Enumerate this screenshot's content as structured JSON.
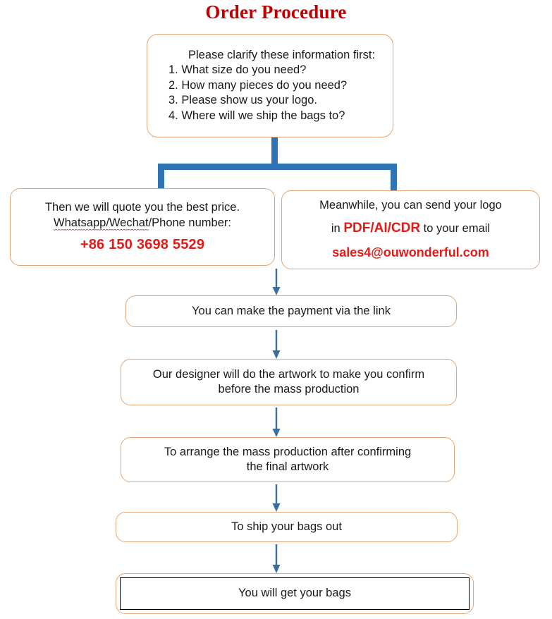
{
  "title": "Order Procedure",
  "colors": {
    "title_red": "#C00000",
    "highlight_red": "#E01B18",
    "box_border_orange": "#E2A678",
    "connector_blue": "#2E74B5",
    "arrow_blue": "#3B6E9E",
    "inner_border_black": "#000000",
    "background": "#FFFFFF",
    "text": "#1A1A1A"
  },
  "flow": {
    "clarify": {
      "heading": "Please clarify these information first:",
      "items": [
        "1. What size do you need?",
        "2. How many pieces do you need?",
        "3. Please show us your logo.",
        "4. Where will we ship the bags to?"
      ]
    },
    "quote": {
      "line1": "Then we will quote you the best price.",
      "line2_prefix": "Whatsapp/Wechat",
      "line2_suffix": "/Phone number:",
      "phone": "+86 150 3698 5529"
    },
    "logo": {
      "line1": "Meanwhile, you can send your logo",
      "line2_prefix": "in ",
      "line2_formats": "PDF/AI/CDR",
      "line2_suffix": " to your email",
      "email": "sales4@ouwonderful.com"
    },
    "payment": "You can make the payment via the link",
    "designer": {
      "line1": "Our designer will do the artwork to make you confirm",
      "line2": "before the mass production"
    },
    "arrange": {
      "line1": "To arrange the mass production after confirming",
      "line2": "the final artwork"
    },
    "ship": "To ship your bags out",
    "final": "You will get your bags"
  }
}
